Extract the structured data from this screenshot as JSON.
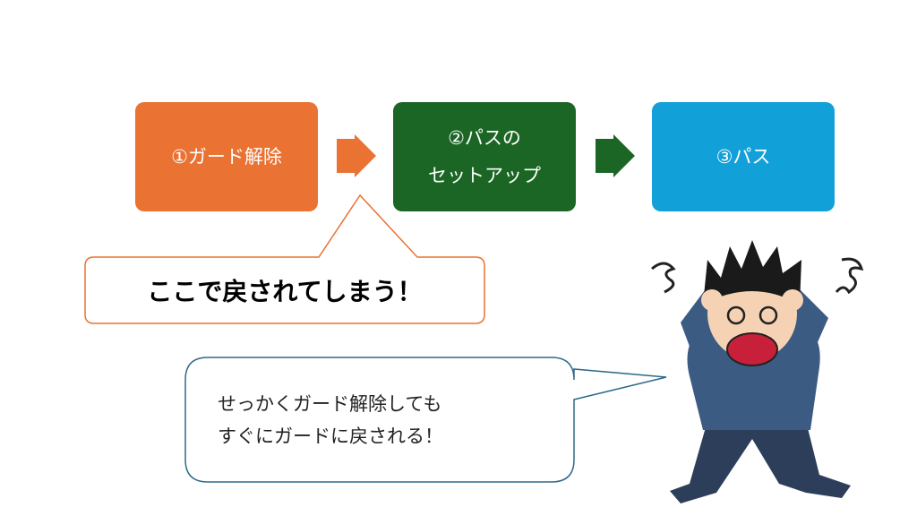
{
  "steps": [
    {
      "lines": [
        "①ガード解除"
      ],
      "color": "#ea7232"
    },
    {
      "lines": [
        "②パスの",
        "セットアップ"
      ],
      "color": "#1b6625"
    },
    {
      "lines": [
        "③パス"
      ],
      "color": "#12a0d8"
    }
  ],
  "arrows": [
    {
      "color": "#ea7232"
    },
    {
      "color": "#1b6625"
    }
  ],
  "callout_main": {
    "text": "ここで戻されてしまう！",
    "border": "#ea7232"
  },
  "callout_speech": {
    "lines": [
      "せっかくガード解除しても",
      "すぐにガードに戻される！"
    ],
    "border": "#2e6a8a"
  }
}
